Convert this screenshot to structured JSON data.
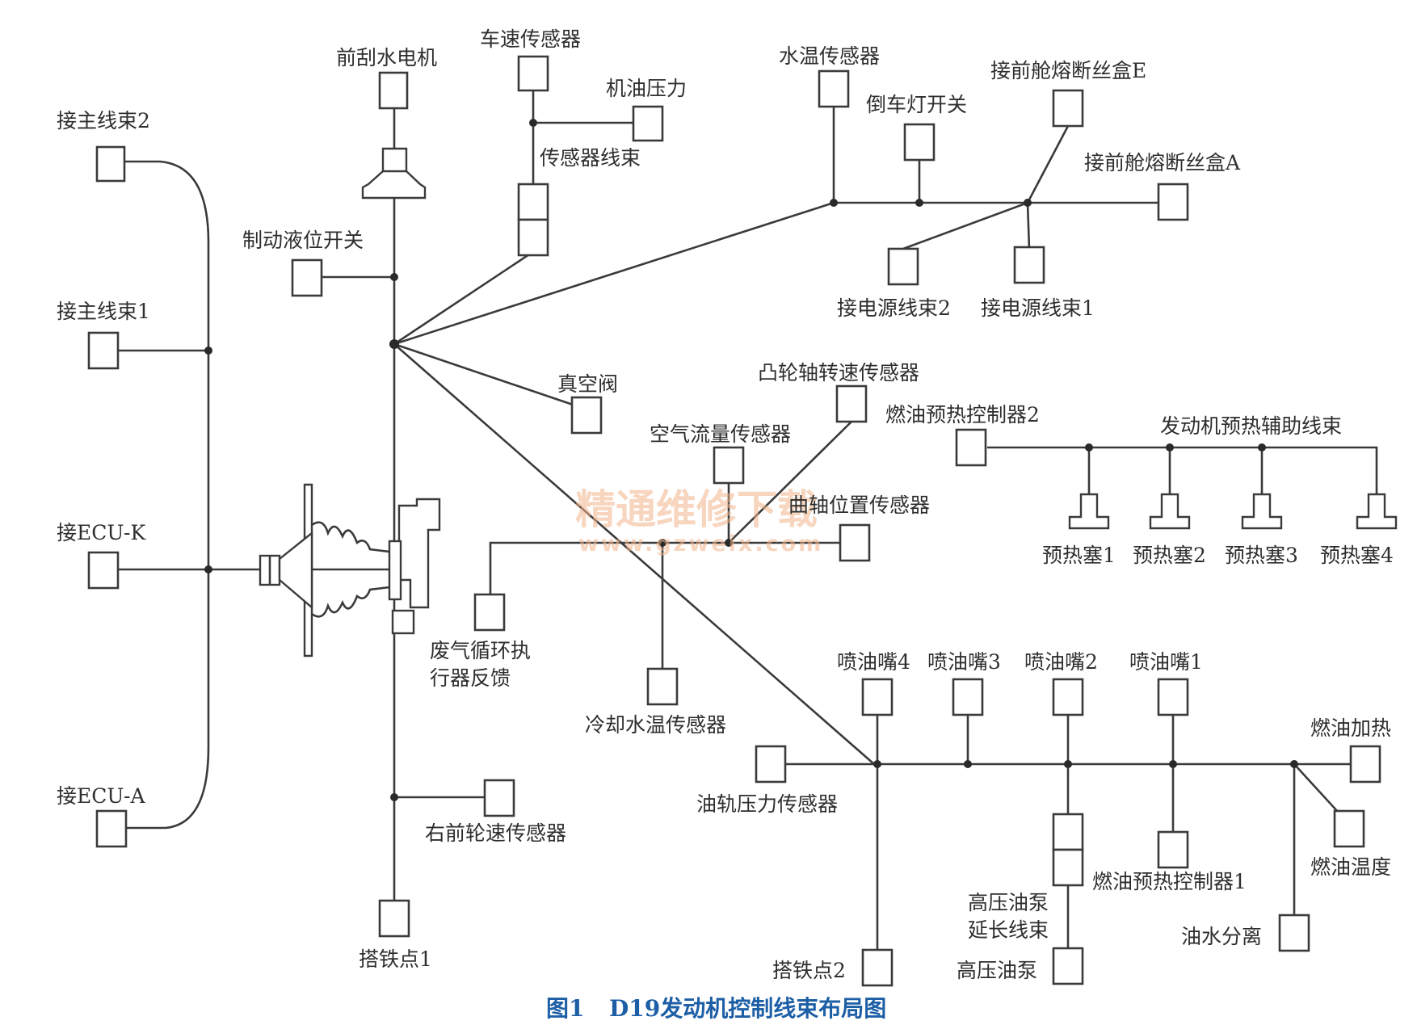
{
  "labels": {
    "wiper_motor": "前刮水电机",
    "speed_sensor": "车速传感器",
    "oil_pressure": "机油压力",
    "sensor_harness": "传感器线束",
    "water_temp_sensor": "水温传感器",
    "reverse_switch": "倒车灯开关",
    "fuse_box_e": "接前舱熔断丝盒E",
    "fuse_box_a": "接前舱熔断丝盒A",
    "main_harness_2": "接主线束2",
    "brake_fluid_switch": "制动液位开关",
    "power_harness_2": "接电源线束2",
    "power_harness_1": "接电源线束1",
    "main_harness_1": "接主线束1",
    "vacuum_valve": "真空阀",
    "camshaft_sensor": "凸轮轴转速传感器",
    "fuel_preheat_ctrl_2": "燃油预热控制器2",
    "air_flow_sensor": "空气流量传感器",
    "preheat_harness": "发动机预热辅助线束",
    "crank_sensor": "曲轴位置传感器",
    "ecu_k": "接ECU-K",
    "glow_plug_1": "预热塞1",
    "glow_plug_2": "预热塞2",
    "glow_plug_3": "预热塞3",
    "glow_plug_4": "预热塞4",
    "egr_feedback_1": "废气循环执",
    "egr_feedback_2": "行器反馈",
    "injector_4": "喷油嘴4",
    "injector_3": "喷油嘴3",
    "injector_2": "喷油嘴2",
    "injector_1": "喷油嘴1",
    "coolant_temp_sensor": "冷却水温传感器",
    "fuel_heating": "燃油加热",
    "rail_pressure_sensor": "油轨压力传感器",
    "ecu_a": "接ECU-A",
    "front_right_wheel_sensor": "右前轮速传感器",
    "fuel_temperature": "燃油温度",
    "fuel_preheat_ctrl_1": "燃油预热控制器1",
    "hp_pump_ext_1": "高压油泵",
    "hp_pump_ext_2": "延长线束",
    "water_separator": "油水分离",
    "ground_1": "搭铁点1",
    "ground_2": "搭铁点2",
    "hp_pump": "高压油泵"
  },
  "watermark": {
    "cn": "精通维修下载",
    "url": "www.gzweix.com"
  },
  "caption": {
    "number": "图1",
    "title": "D19发动机控制线束布局图"
  },
  "colors": {
    "line": "#3a3a3a",
    "caption": "#1d5fa6",
    "watermark": "#f2b48a"
  }
}
